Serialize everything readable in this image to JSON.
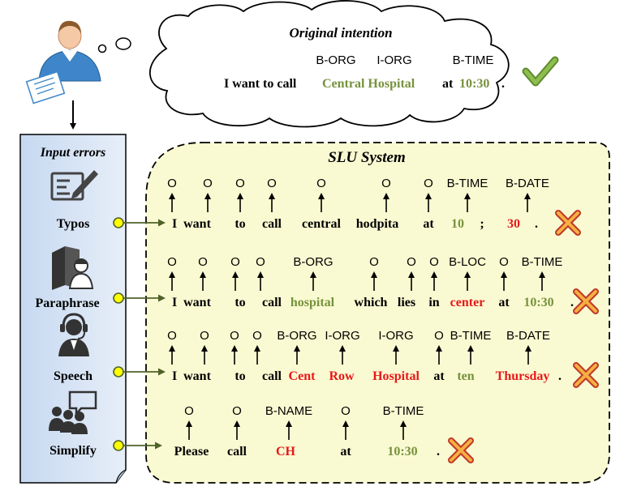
{
  "colors": {
    "green": "#76923C",
    "red": "#E8171A",
    "black": "#000000",
    "panel_fill": "#DCE6F2",
    "slu_fill": "#FAFAD2",
    "connector": "#4F6228",
    "circle_fill": "#FFFF00"
  },
  "intention": {
    "title": "Original intention",
    "tags": [
      "B-ORG",
      "I-ORG",
      "B-TIME"
    ],
    "words": [
      "I want to call",
      "Central Hospital",
      "at",
      "10:30",
      "."
    ],
    "mark_icon": "check-icon"
  },
  "input_errors": {
    "title": "Input errors",
    "items": [
      {
        "label": "Typos",
        "icon": "form-pen-icon"
      },
      {
        "label": "Paraphrase",
        "icon": "books-person-icon"
      },
      {
        "label": "Speech",
        "icon": "headset-person-icon"
      },
      {
        "label": "Simplify",
        "icon": "chat-group-icon"
      }
    ]
  },
  "slu": {
    "title": "SLU System",
    "mark_icon": "cross-icon",
    "rows": [
      {
        "tokens": [
          "I",
          "want",
          "to",
          "call",
          "central",
          "hodpita",
          "at",
          "10",
          ";",
          "30",
          "."
        ],
        "token_colors": [
          "black",
          "black",
          "black",
          "black",
          "black",
          "black",
          "black",
          "green",
          "black",
          "red",
          "black"
        ],
        "tags": [
          "O",
          "O",
          "O",
          "O",
          "O",
          "O",
          "O",
          "B-TIME",
          "B-DATE"
        ]
      },
      {
        "tokens": [
          "I",
          "want",
          "to",
          "call",
          "hospital",
          "which",
          "lies",
          "in",
          "center",
          "at",
          "10:30",
          "."
        ],
        "token_colors": [
          "black",
          "black",
          "black",
          "black",
          "green",
          "black",
          "black",
          "black",
          "red",
          "black",
          "green",
          "black"
        ],
        "tags": [
          "O",
          "O",
          "O",
          "O",
          "B-ORG",
          "O",
          "O",
          "O",
          "B-LOC",
          "O",
          "B-TIME"
        ]
      },
      {
        "tokens": [
          "I",
          "want",
          "to",
          "call",
          "Cent",
          "Row",
          "Hospital",
          "at",
          "ten",
          "Thursday",
          "."
        ],
        "token_colors": [
          "black",
          "black",
          "black",
          "black",
          "red",
          "red",
          "red",
          "black",
          "green",
          "red",
          "black"
        ],
        "tags": [
          "O",
          "O",
          "O",
          "O",
          "B-ORG",
          "I-ORG",
          "I-ORG",
          "O",
          "B-TIME",
          "B-DATE"
        ]
      },
      {
        "tokens": [
          "Please",
          "call",
          "CH",
          "at",
          "10:30",
          "."
        ],
        "token_colors": [
          "black",
          "black",
          "red",
          "black",
          "green",
          "black"
        ],
        "tags": [
          "O",
          "O",
          "B-NAME",
          "O",
          "B-TIME"
        ]
      }
    ]
  }
}
